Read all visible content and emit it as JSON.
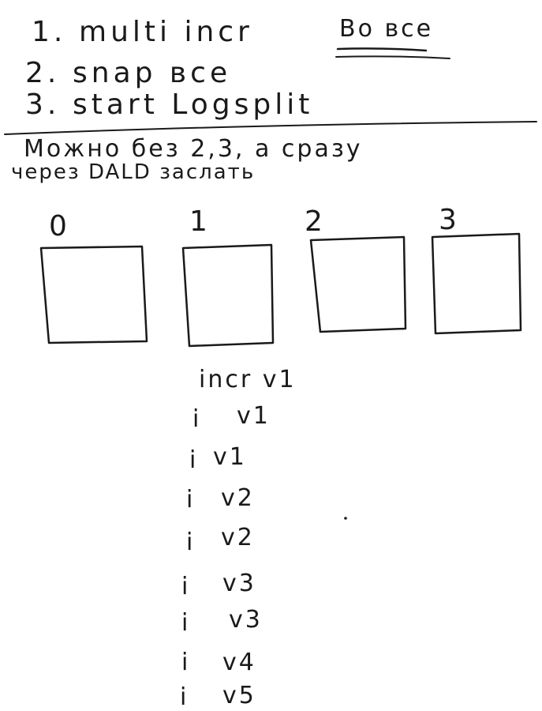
{
  "notes": {
    "steps": [
      {
        "number": "1.",
        "text": "multi incr",
        "suffix": "Во все"
      },
      {
        "number": "2.",
        "text": "snap все"
      },
      {
        "number": "3.",
        "text": "start Logsplit"
      }
    ],
    "comment_line1": "Можно без 2,3, а сразу",
    "comment_line2": "через DALD заслать"
  },
  "boxes": [
    {
      "label": "0"
    },
    {
      "label": "1"
    },
    {
      "label": "2"
    },
    {
      "label": "3"
    }
  ],
  "log": {
    "header": "incr v1",
    "entries": [
      {
        "marker": "i",
        "version": "v1"
      },
      {
        "marker": "i",
        "version": "v1"
      },
      {
        "marker": "i",
        "version": "v2"
      },
      {
        "marker": "i",
        "version": "v2"
      },
      {
        "marker": "i",
        "version": "v3"
      },
      {
        "marker": "i",
        "version": "v3"
      },
      {
        "marker": "i",
        "version": "v4"
      },
      {
        "marker": "i",
        "version": "v5"
      }
    ]
  }
}
